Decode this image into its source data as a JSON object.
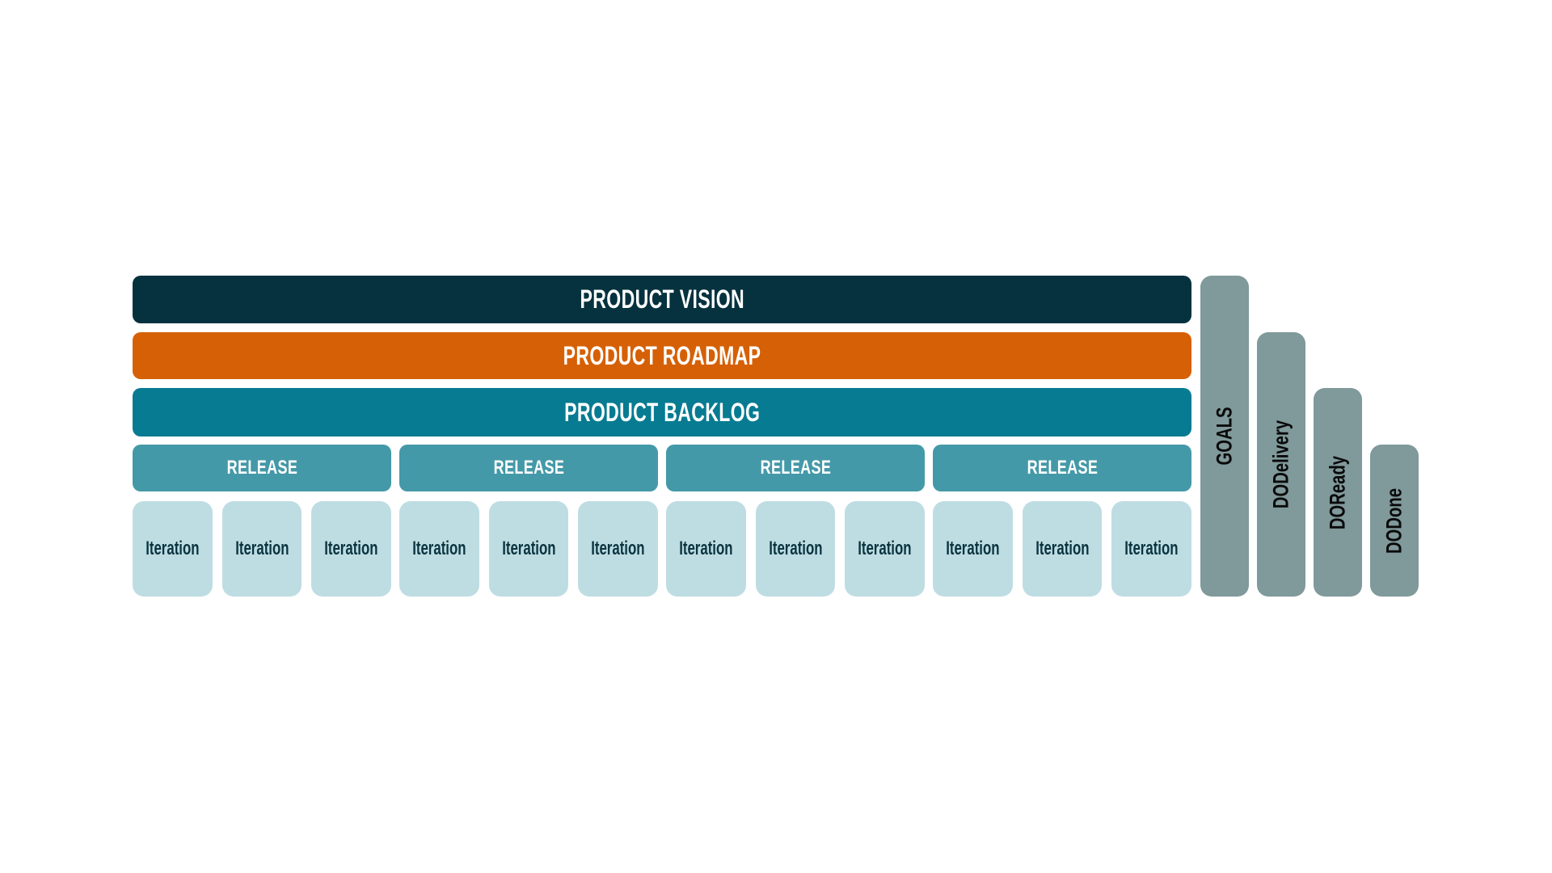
{
  "canvas": {
    "background": "#ffffff"
  },
  "layers": [
    {
      "label": "PRODUCT VISION",
      "color": "#05323e",
      "text_color": "#ffffff"
    },
    {
      "label": "PRODUCT ROADMAP",
      "color": "#d66005",
      "text_color": "#ffffff"
    },
    {
      "label": "PRODUCT BACKLOG",
      "color": "#077b91",
      "text_color": "#ffffff"
    }
  ],
  "release_row": {
    "label": "RELEASE",
    "count": 4,
    "color": "#4499a8",
    "text_color": "#ffffff"
  },
  "iteration_row": {
    "label": "Iteration",
    "count": 12,
    "per_release": 3,
    "color": "#bedde3",
    "text_color": "#0b3440"
  },
  "side_bars": {
    "color": "#80999b",
    "text_color": "#0a0a0a",
    "items": [
      {
        "label": "GOALS"
      },
      {
        "label": "DODelivery"
      },
      {
        "label": "DOReady"
      },
      {
        "label": "DODone"
      }
    ]
  }
}
